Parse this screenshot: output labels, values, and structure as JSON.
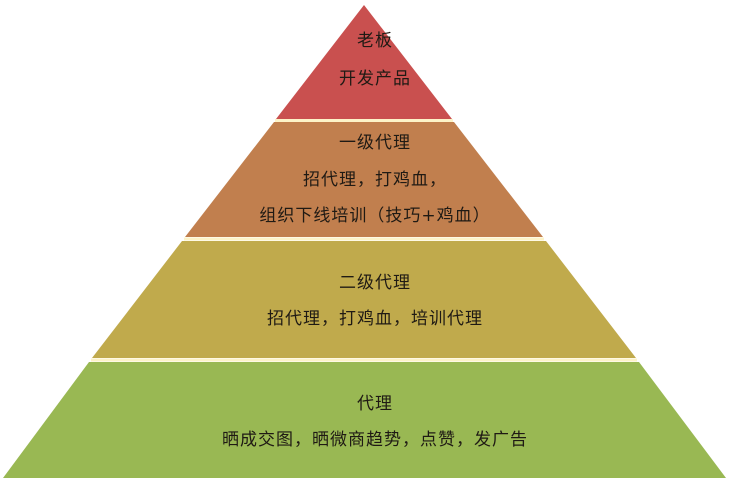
{
  "diagram": {
    "type": "pyramid",
    "levels": [
      {
        "id": "boss",
        "title": "老板",
        "lines": [
          "开发产品"
        ],
        "color": "#c9504f"
      },
      {
        "id": "level1-agent",
        "title": "一级代理",
        "lines": [
          "招代理，打鸡血，",
          "组织下线培训（技巧+鸡血）"
        ],
        "color": "#c17f4e"
      },
      {
        "id": "level2-agent",
        "title": "二级代理",
        "lines": [
          "招代理，打鸡血，培训代理"
        ],
        "color": "#c0aa4c"
      },
      {
        "id": "agent",
        "title": "代理",
        "lines": [
          "晒成交图，晒微商趋势，点赞，发广告"
        ],
        "color": "#99b853"
      }
    ],
    "separator_color": "#fdf3c8"
  }
}
